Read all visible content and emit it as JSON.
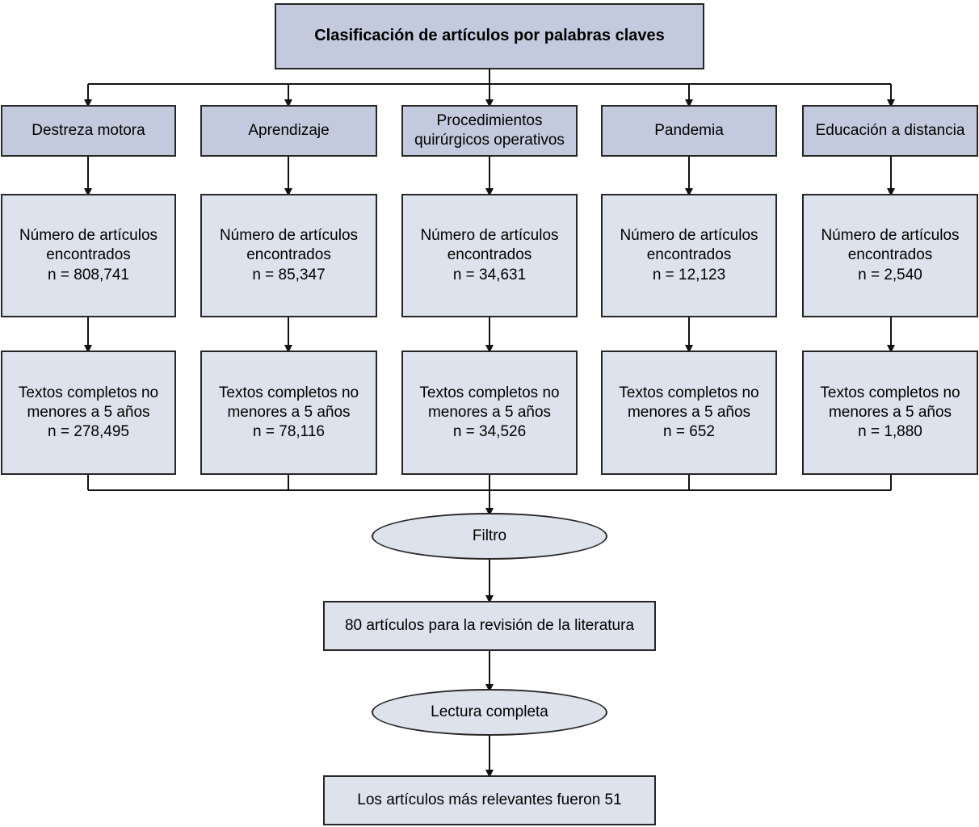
{
  "diagram": {
    "title_box": {
      "label": "Clasificación de artículos por palabras claves"
    },
    "columns": [
      {
        "category": "Destreza motora",
        "found_line1": "Número de artículos",
        "found_line2": "encontrados",
        "found_count": "n = 808,741",
        "fulltext_line1": "Textos completos no",
        "fulltext_line2": "menores a 5 años",
        "fulltext_count": "n = 278,495"
      },
      {
        "category": "Aprendizaje",
        "found_line1": "Número de artículos",
        "found_line2": "encontrados",
        "found_count": "n = 85,347",
        "fulltext_line1": "Textos completos no",
        "fulltext_line2": "menores a 5 años",
        "fulltext_count": "n = 78,116"
      },
      {
        "category": "Procedimientos quirúrgicos operativos",
        "category_line1": "Procedimientos",
        "category_line2": "quirúrgicos operativos",
        "found_line1": "Número de artículos",
        "found_line2": "encontrados",
        "found_count": "n = 34,631",
        "fulltext_line1": "Textos completos no",
        "fulltext_line2": "menores a 5 años",
        "fulltext_count": "n = 34,526"
      },
      {
        "category": "Pandemia",
        "found_line1": "Número de artículos",
        "found_line2": "encontrados",
        "found_count": "n = 12,123",
        "fulltext_line1": "Textos completos no",
        "fulltext_line2": "menores a 5 años",
        "fulltext_count": "n = 652"
      },
      {
        "category": "Educación a distancia",
        "found_line1": "Número de artículos",
        "found_line2": "encontrados",
        "found_count": "n = 2,540",
        "fulltext_line1": "Textos completos no",
        "fulltext_line2": "menores a 5 años",
        "fulltext_count": "n = 1,880"
      }
    ],
    "filter_ellipse": {
      "label": "Filtro"
    },
    "literature_box": {
      "label": "80 artículos para la revisión de la literatura"
    },
    "reading_ellipse": {
      "label": "Lectura completa"
    },
    "final_box": {
      "label": "Los artículos más relevantes fueron 51"
    }
  },
  "chart_data": {
    "type": "diagram",
    "title": "Clasificación de artículos por palabras claves",
    "flow": "PRISMA-like selection flowchart",
    "categories": [
      "Destreza motora",
      "Aprendizaje",
      "Procedimientos quirúrgicos operativos",
      "Pandemia",
      "Educación a distancia"
    ],
    "articles_found": [
      808741,
      85347,
      34631,
      12123,
      2540
    ],
    "fulltexts_not_older_than_5_years": [
      278495,
      78116,
      34526,
      652,
      1880
    ],
    "after_filter": 80,
    "most_relevant": 51
  },
  "colors": {
    "category_fill": "#c3cadd",
    "data_fill": "#dde2ec",
    "stroke": "#262626",
    "background": "#ffffff"
  }
}
